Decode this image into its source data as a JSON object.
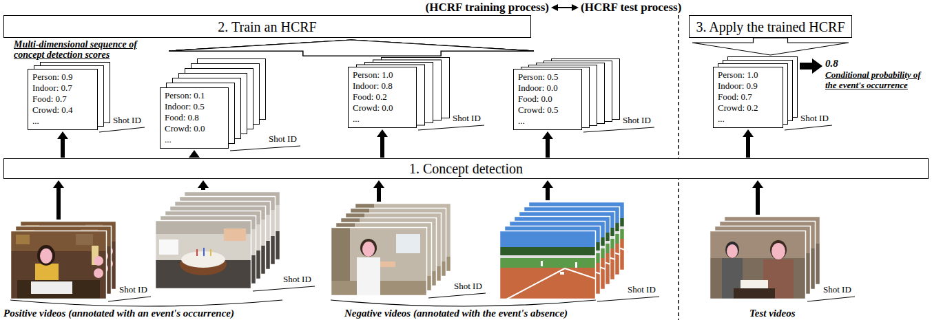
{
  "diagram": {
    "nodes": [
      {
        "text": [
          "2. Train an HCRF"
        ]
      },
      {
        "text": [
          "3. Apply the trained HCRF"
        ]
      },
      {
        "text": [
          "Person: 0.9",
          "Indoor: 0.7",
          "Food: 0.7",
          "Crowd: 0.4",
          "..."
        ]
      },
      {
        "text": [
          "Person: 0.1",
          "Indoor: 0.5",
          "Food: 0.8",
          "Crowd: 0.0",
          "..."
        ]
      },
      {
        "text": [
          "Person: 1.0",
          "Indoor: 0.8",
          "Food: 0.2",
          "Crowd: 0.0",
          "..."
        ]
      },
      {
        "text": [
          "Person: 0.5",
          "Indoor: 0.0",
          "Food: 0.0",
          "Crowd: 0.5",
          "..."
        ]
      },
      {
        "text": [
          "Person: 1.0",
          "Indoor: 0.9",
          "Food: 0.7",
          "Crowd: 0.2",
          "..."
        ]
      },
      {
        "text": [
          "1. Concept detection"
        ]
      }
    ],
    "edges": [
      {
        "from": 7,
        "to": 2,
        "arrow": "to"
      },
      {
        "from": 7,
        "to": 3,
        "arrow": "to"
      },
      {
        "from": 7,
        "to": 4,
        "arrow": "to"
      },
      {
        "from": 7,
        "to": 5,
        "arrow": "to"
      },
      {
        "from": 7,
        "to": 6,
        "arrow": "to"
      },
      {
        "from": 2,
        "to": 0,
        "arrow": "to"
      },
      {
        "from": 3,
        "to": 0,
        "arrow": "to"
      },
      {
        "from": 4,
        "to": 0,
        "arrow": "to"
      },
      {
        "from": 5,
        "to": 0,
        "arrow": "to"
      },
      {
        "from": 1,
        "to": 6,
        "arrow": "to"
      }
    ],
    "labels": [
      "(HCRF training process)",
      "(HCRF test process)",
      "Multi-dimensional sequence of concept detection scores",
      "Shot ID",
      "Shot ID",
      "Shot ID",
      "Shot ID",
      "Shot ID",
      "0.8",
      "Conditional probability of the event's occurrence",
      "Shot ID",
      "Shot ID",
      "Shot ID",
      "Shot ID",
      "Shot ID",
      "Positive videos (annotated with an event's occurrence)",
      "Negative videos (annotated with the event's absence)",
      "Test videos"
    ]
  }
}
